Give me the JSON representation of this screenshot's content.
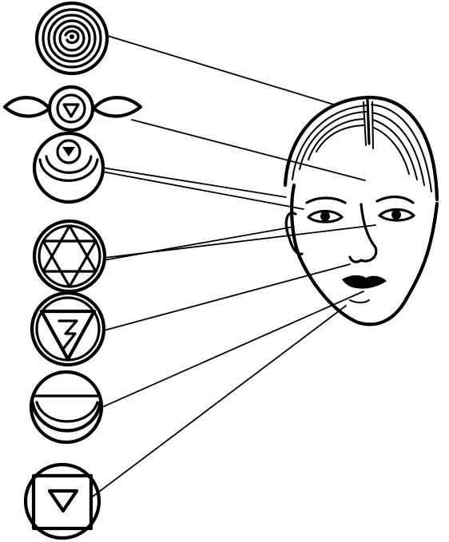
{
  "colors": {
    "ink": "#000000",
    "background": "#ffffff"
  },
  "symbols": [
    {
      "id": "crown",
      "icon": "spiral-circle-icon"
    },
    {
      "id": "third-eye",
      "icon": "winged-circle-icon"
    },
    {
      "id": "throat",
      "icon": "crescent-triangle-circle-icon"
    },
    {
      "id": "heart",
      "icon": "hexagram-circle-icon"
    },
    {
      "id": "solar-plexus",
      "icon": "triangle-circle-icon"
    },
    {
      "id": "sacral",
      "icon": "crescent-circle-icon"
    },
    {
      "id": "root",
      "icon": "square-triangle-icon"
    }
  ],
  "face": {
    "icon": "face-icon"
  }
}
